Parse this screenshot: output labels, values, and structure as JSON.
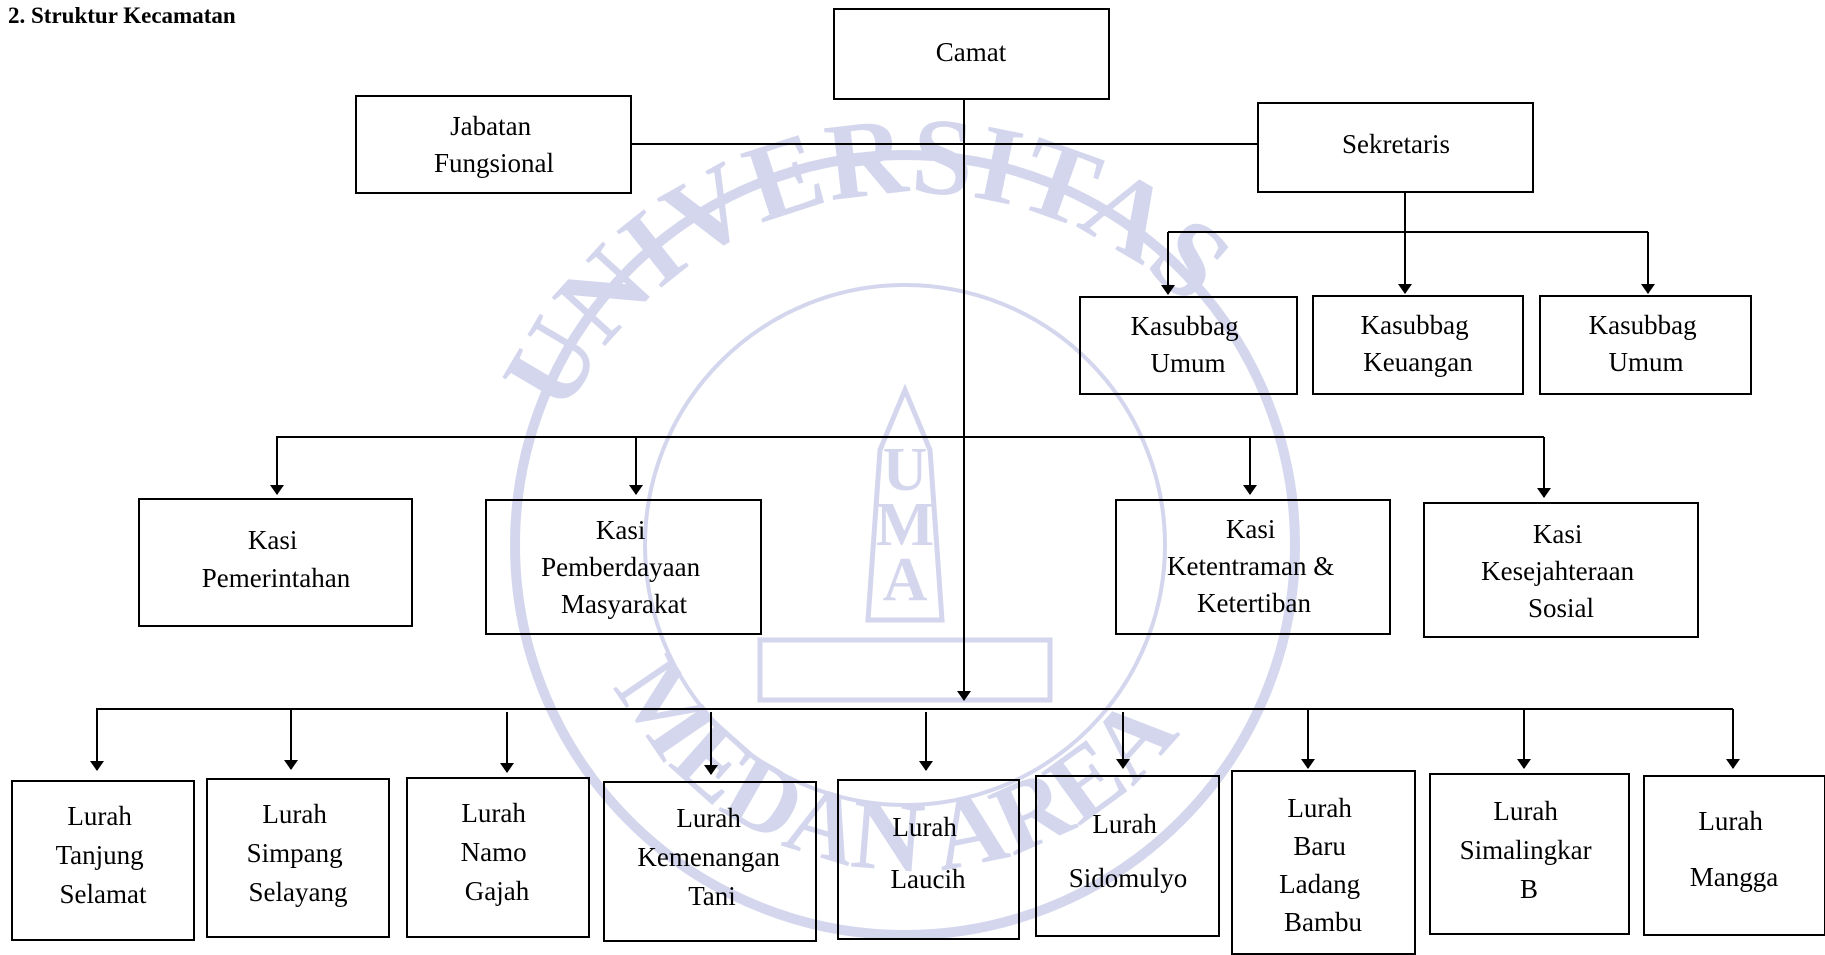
{
  "title": "2. Struktur Kecamatan",
  "watermark": {
    "arc_top": "UNIVERSITAS",
    "arc_bottom": "MEDAN AREA",
    "emblem_letters": [
      "U",
      "M",
      "A"
    ],
    "color": "#2b3aa8"
  },
  "colors": {
    "line": "#000000",
    "box_border": "#000000"
  },
  "nodes": {
    "camat": [
      "Camat"
    ],
    "jabatan_fungsional": [
      "Jabatan",
      "Fungsional"
    ],
    "sekretaris": [
      "Sekretaris"
    ],
    "kasubbag_umum_1": [
      "Kasubbag",
      "Umum"
    ],
    "kasubbag_keuangan": [
      "Kasubbag",
      "Keuangan"
    ],
    "kasubbag_umum_2": [
      "Kasubbag",
      "Umum"
    ],
    "kasi_pemerintahan": [
      "Kasi",
      "Pemerintahan"
    ],
    "kasi_pemberdayaan": [
      "Kasi",
      "Pemberdayaan",
      "Masyarakat"
    ],
    "kasi_ketentraman": [
      "Kasi",
      "Ketentraman &",
      "Ketertiban"
    ],
    "kasi_kesejahteraan": [
      "Kasi",
      "Kesejahteraan",
      "Sosial"
    ],
    "lurah_tanjung_selamat": [
      "Lurah",
      "Tanjung",
      "Selamat"
    ],
    "lurah_simpang_selayang": [
      "Lurah",
      "Simpang",
      "Selayang"
    ],
    "lurah_namo_gajah": [
      "Lurah",
      "Namo",
      "Gajah"
    ],
    "lurah_kemenangan_tani": [
      "Lurah",
      "Kemenangan",
      "Tani"
    ],
    "lurah_laucih": [
      "Lurah",
      "Laucih"
    ],
    "lurah_sidomulyo": [
      "Lurah",
      "Sidomulyo"
    ],
    "lurah_baru_ladang_bambu": [
      "Lurah",
      "Baru",
      "Ladang",
      "Bambu"
    ],
    "lurah_simalingkar_b": [
      "Lurah",
      "Simalingkar",
      "B"
    ],
    "lurah_mangga": [
      "Lurah",
      "Mangga"
    ]
  }
}
